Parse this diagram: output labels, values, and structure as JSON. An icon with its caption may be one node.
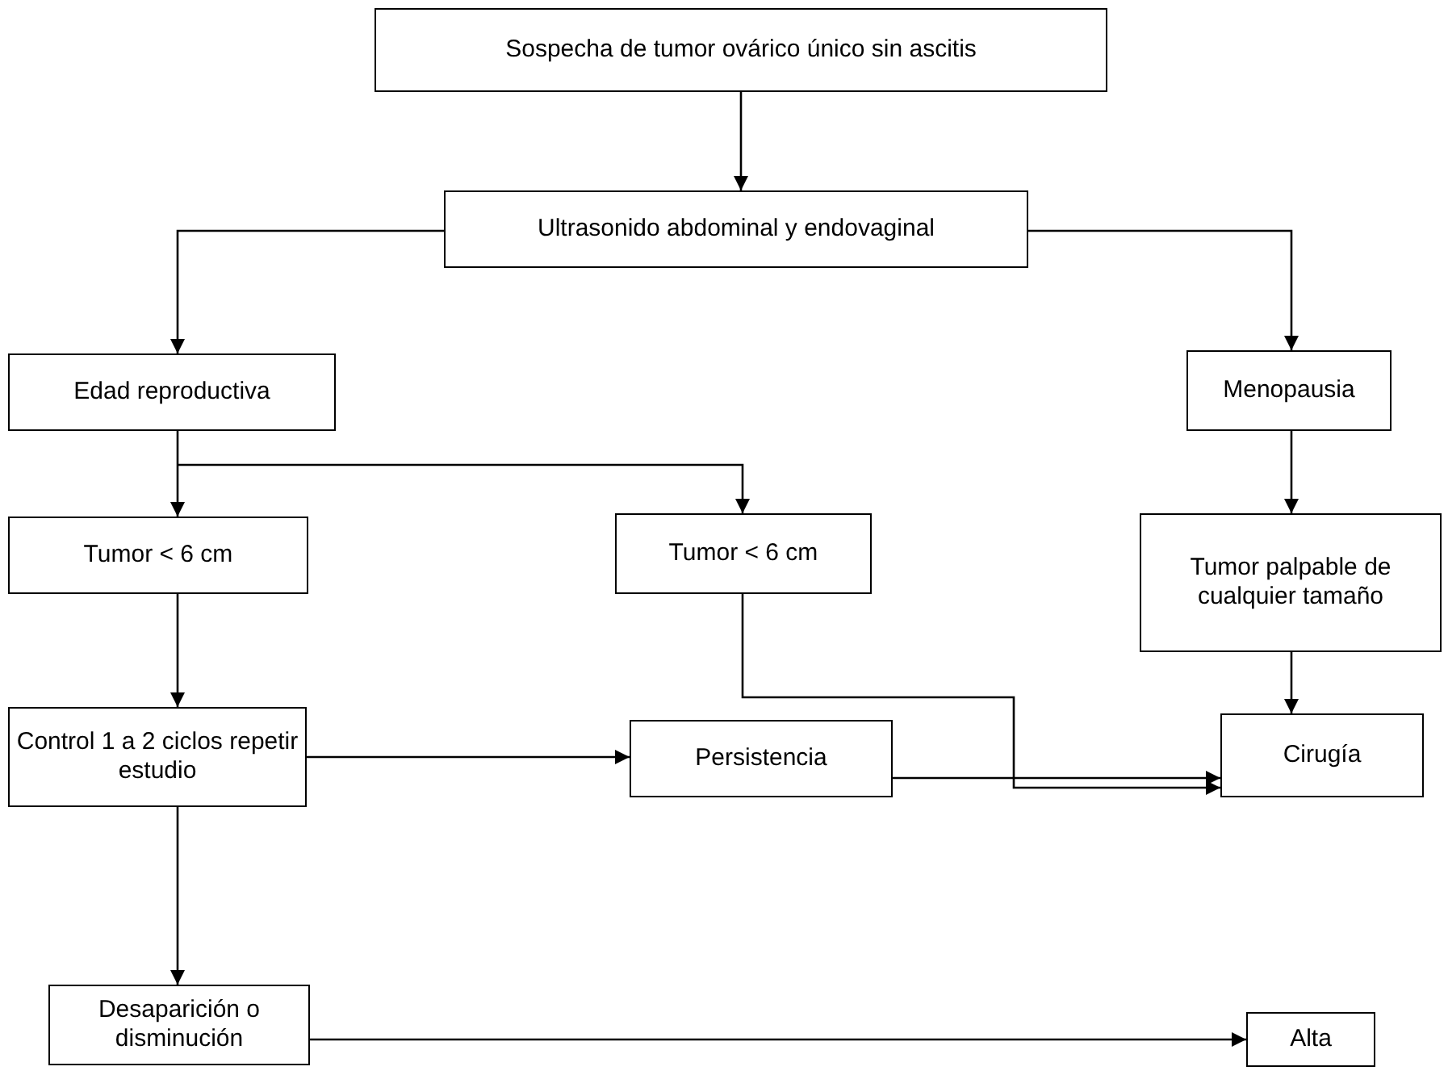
{
  "diagram": {
    "nodes": [
      {
        "text": [
          "Sospecha de tumor ovárico único sin ascitis"
        ]
      },
      {
        "text": [
          "Ultrasonido abdominal y endovaginal"
        ]
      },
      {
        "text": [
          "Edad reproductiva"
        ]
      },
      {
        "text": [
          "Menopausia"
        ]
      },
      {
        "text": [
          "Tumor < 6 cm"
        ]
      },
      {
        "text": [
          "Tumor < 6 cm"
        ]
      },
      {
        "text": [
          "Tumor palpable de cualquier tamaño"
        ]
      },
      {
        "text": [
          "Control 1 a 2 ciclos repetir estudio"
        ]
      },
      {
        "text": [
          "Persistencia"
        ]
      },
      {
        "text": [
          "Cirugía"
        ]
      },
      {
        "text": [
          "Desaparición o disminución"
        ]
      },
      {
        "text": [
          "Alta"
        ]
      }
    ],
    "edges": [
      {
        "from": 0,
        "to": 1,
        "arrow": "to"
      },
      {
        "from": 1,
        "to": 2,
        "arrow": "to"
      },
      {
        "from": 1,
        "to": 3,
        "arrow": "to"
      },
      {
        "from": 2,
        "to": 4,
        "arrow": "to"
      },
      {
        "from": 2,
        "to": 5,
        "arrow": "to"
      },
      {
        "from": 3,
        "to": 6,
        "arrow": "to"
      },
      {
        "from": 4,
        "to": 7,
        "arrow": "to"
      },
      {
        "from": 5,
        "to": 9,
        "arrow": "to"
      },
      {
        "from": 6,
        "to": 9,
        "arrow": "to"
      },
      {
        "from": 7,
        "to": 8,
        "arrow": "to"
      },
      {
        "from": 8,
        "to": 9,
        "arrow": "to"
      },
      {
        "from": 7,
        "to": 10,
        "arrow": "to"
      },
      {
        "from": 10,
        "to": 11,
        "arrow": "to"
      }
    ]
  }
}
